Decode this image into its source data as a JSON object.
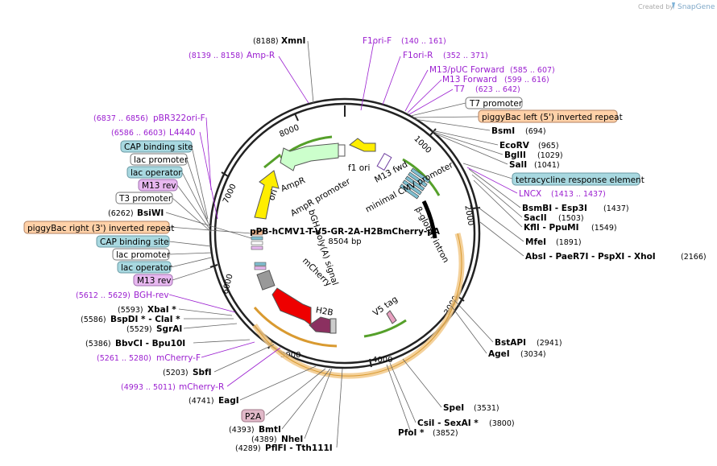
{
  "header": {
    "credit": "Created by",
    "brand": "SnapGene"
  },
  "map": {
    "title": "pPB-hCMV1-T-V5-GR-2A-H2BmCherry-pA",
    "length": "8504 bp",
    "total_bp": 8504
  },
  "ticks": [
    {
      "bp": 1000,
      "label": "1000"
    },
    {
      "bp": 2000,
      "label": "2000"
    },
    {
      "bp": 3000,
      "label": "3000"
    },
    {
      "bp": 4000,
      "label": "4000"
    },
    {
      "bp": 5000,
      "label": "5000"
    },
    {
      "bp": 6000,
      "label": "6000"
    },
    {
      "bp": 7000,
      "label": "7000"
    },
    {
      "bp": 8000,
      "label": "8000"
    }
  ],
  "features": [
    {
      "name": "f1 ori",
      "color": "#ffee00"
    },
    {
      "name": "AmpR",
      "color": "#ccffcc"
    },
    {
      "name": "AmpR promoter",
      "color": "#ffffff"
    },
    {
      "name": "ori",
      "color": "#ffee00"
    },
    {
      "name": "M13 fwd",
      "color": "#ffffff"
    },
    {
      "name": "minimal CMV promoter",
      "color": "#ffffff"
    },
    {
      "name": "β-globin intron",
      "color": "#ffffff"
    },
    {
      "name": "V5 tag",
      "color": "#e8a0c0"
    },
    {
      "name": "H2B",
      "color": "#8b3060"
    },
    {
      "name": "mCherry",
      "color": "#ee0000"
    },
    {
      "name": "bGH poly(A) signal",
      "color": "#999999"
    }
  ],
  "labels": [
    {
      "kind": "site",
      "num": "(8188)",
      "name": "XmnI"
    },
    {
      "kind": "primer",
      "num": "(8139 .. 8158)",
      "name": "Amp-R"
    },
    {
      "kind": "primer",
      "name": "F1ori-F",
      "num": "(140 .. 161)"
    },
    {
      "kind": "primer",
      "name": "F1ori-R",
      "num": "(352 .. 371)"
    },
    {
      "kind": "primer",
      "name": "M13/pUC Forward",
      "num": "(585 .. 607)"
    },
    {
      "kind": "primer",
      "name": "M13 Forward",
      "num": "(599 .. 616)"
    },
    {
      "kind": "primer",
      "name": "T7",
      "num": "(623 .. 642)"
    },
    {
      "kind": "box",
      "name": "T7 promoter",
      "fill": "#ffffff"
    },
    {
      "kind": "box",
      "name": "piggyBac left (5') inverted repeat",
      "fill": "#ffd1a8"
    },
    {
      "kind": "site",
      "name": "BsmI",
      "num": "(694)"
    },
    {
      "kind": "site",
      "name": "EcoRV",
      "num": "(965)"
    },
    {
      "kind": "site",
      "name": "BglII",
      "num": "(1029)"
    },
    {
      "kind": "site",
      "name": "SalI",
      "num": "(1041)"
    },
    {
      "kind": "box",
      "name": "tetracycline response element",
      "fill": "#a8d8e0"
    },
    {
      "kind": "primer",
      "name": "LNCX",
      "num": "(1413 .. 1437)"
    },
    {
      "kind": "site",
      "name": "BsmBI - Esp3I",
      "num": "(1437)"
    },
    {
      "kind": "site",
      "name": "SacII",
      "num": "(1503)"
    },
    {
      "kind": "site",
      "name": "KflI - PpuMI",
      "num": "(1549)"
    },
    {
      "kind": "site",
      "name": "MfeI",
      "num": "(1891)"
    },
    {
      "kind": "site",
      "name": "AbsI - PaeR7I - PspXI - XhoI",
      "num": "(2166)"
    },
    {
      "kind": "site",
      "name": "BstAPI",
      "num": "(2941)"
    },
    {
      "kind": "site",
      "name": "AgeI",
      "num": "(3034)"
    },
    {
      "kind": "site",
      "name": "SpeI",
      "num": "(3531)"
    },
    {
      "kind": "site",
      "name": "CsiI - SexAI *",
      "num": "(3800)"
    },
    {
      "kind": "site",
      "name": "PfoI *",
      "num": "(3852)"
    },
    {
      "kind": "site",
      "num": "(4289)",
      "name": "PflFI - Tth111I"
    },
    {
      "kind": "site",
      "num": "(4389)",
      "name": "NheI"
    },
    {
      "kind": "site",
      "num": "(4393)",
      "name": "BmtI"
    },
    {
      "kind": "box",
      "name": "P2A",
      "fill": "#e0b8c8"
    },
    {
      "kind": "site",
      "num": "(4741)",
      "name": "EagI"
    },
    {
      "kind": "primer",
      "num": "(4993 .. 5011)",
      "name": "mCherry-R"
    },
    {
      "kind": "site",
      "num": "(5203)",
      "name": "SbfI"
    },
    {
      "kind": "primer",
      "num": "(5261 .. 5280)",
      "name": "mCherry-F"
    },
    {
      "kind": "site",
      "num": "(5386)",
      "name": "BbvCI - Bpu10I"
    },
    {
      "kind": "site",
      "num": "(5529)",
      "name": "SgrAI"
    },
    {
      "kind": "site",
      "num": "(5586)",
      "name": "BspDI * - ClaI *"
    },
    {
      "kind": "site",
      "num": "(5593)",
      "name": "XbaI *"
    },
    {
      "kind": "primer",
      "num": "(5612 .. 5629)",
      "name": "BGH-rev"
    },
    {
      "kind": "box",
      "name": "M13 rev",
      "fill": "#e8b8f0"
    },
    {
      "kind": "box",
      "name": "lac operator",
      "fill": "#a8d8e0"
    },
    {
      "kind": "box",
      "name": "lac promoter",
      "fill": "#ffffff"
    },
    {
      "kind": "box",
      "name": "CAP binding site",
      "fill": "#a8d8e0"
    },
    {
      "kind": "box",
      "name": "piggyBac right (3') inverted repeat",
      "fill": "#ffd1a8"
    },
    {
      "kind": "site",
      "num": "(6262)",
      "name": "BsiWI"
    },
    {
      "kind": "box",
      "name": "T3 promoter",
      "fill": "#ffffff"
    },
    {
      "kind": "box",
      "name": "M13 rev",
      "fill": "#e8b8f0"
    },
    {
      "kind": "box",
      "name": "lac operator",
      "fill": "#a8d8e0"
    },
    {
      "kind": "box",
      "name": "lac promoter",
      "fill": "#ffffff"
    },
    {
      "kind": "box",
      "name": "CAP binding site",
      "fill": "#a8d8e0"
    },
    {
      "kind": "primer",
      "num": "(6586 .. 6603)",
      "name": "L4440"
    },
    {
      "kind": "primer",
      "num": "(6837 .. 6856)",
      "name": "pBR322ori-F"
    }
  ]
}
